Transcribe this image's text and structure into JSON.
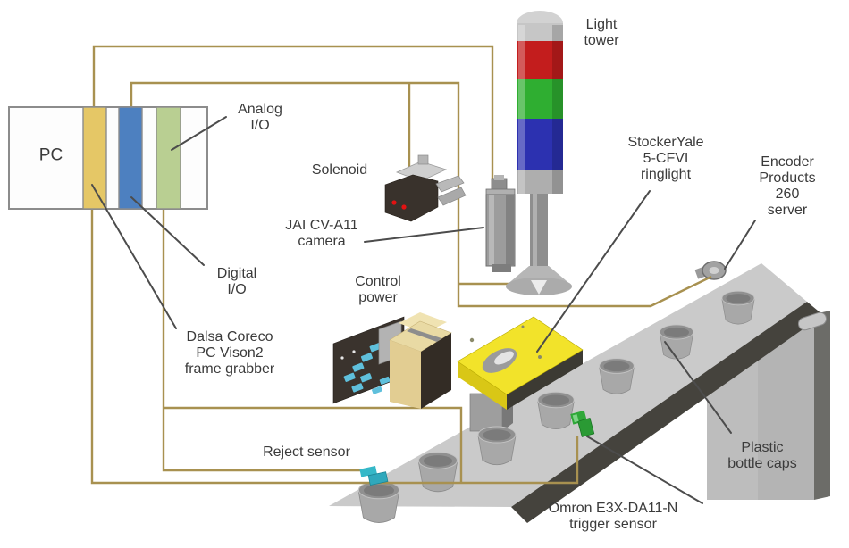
{
  "labels": {
    "pc": "PC",
    "analog_io": "Analog\nI/O",
    "digital_io": "Digital\nI/O",
    "solenoid": "Solenoid",
    "light_tower": "Light\ntower",
    "jai_camera": "JAI CV-A11\ncamera",
    "control_power": "Control\npower",
    "dalsa": "Dalsa Coreco\nPC Vison2\nframe grabber",
    "stockeryale": "StockerYale\n5-CFVI\nringlight",
    "encoder": "Encoder\nProducts\n260 server",
    "reject_sensor": "Reject sensor",
    "plastic_caps": "Plastic\nbottle caps",
    "omron": "Omron E3X-DA11-N\ntrigger sensor"
  },
  "colors": {
    "wire": "#a89150",
    "pointer": "#4c4c4c",
    "text": "#3b3b3b",
    "pc_card_yellow": "#e5c766",
    "pc_card_blue": "#4d80c0",
    "pc_card_green": "#b9cf92",
    "tower_red": "#c31d1d",
    "tower_green": "#2fae31",
    "tower_blue": "#2c31b0",
    "ringlight_yellow": "#f2e32a",
    "trigger_sensor_green": "#2fa838",
    "reject_sensor_cyan": "#35b8c8",
    "conveyor_gray": "#cacaca"
  }
}
